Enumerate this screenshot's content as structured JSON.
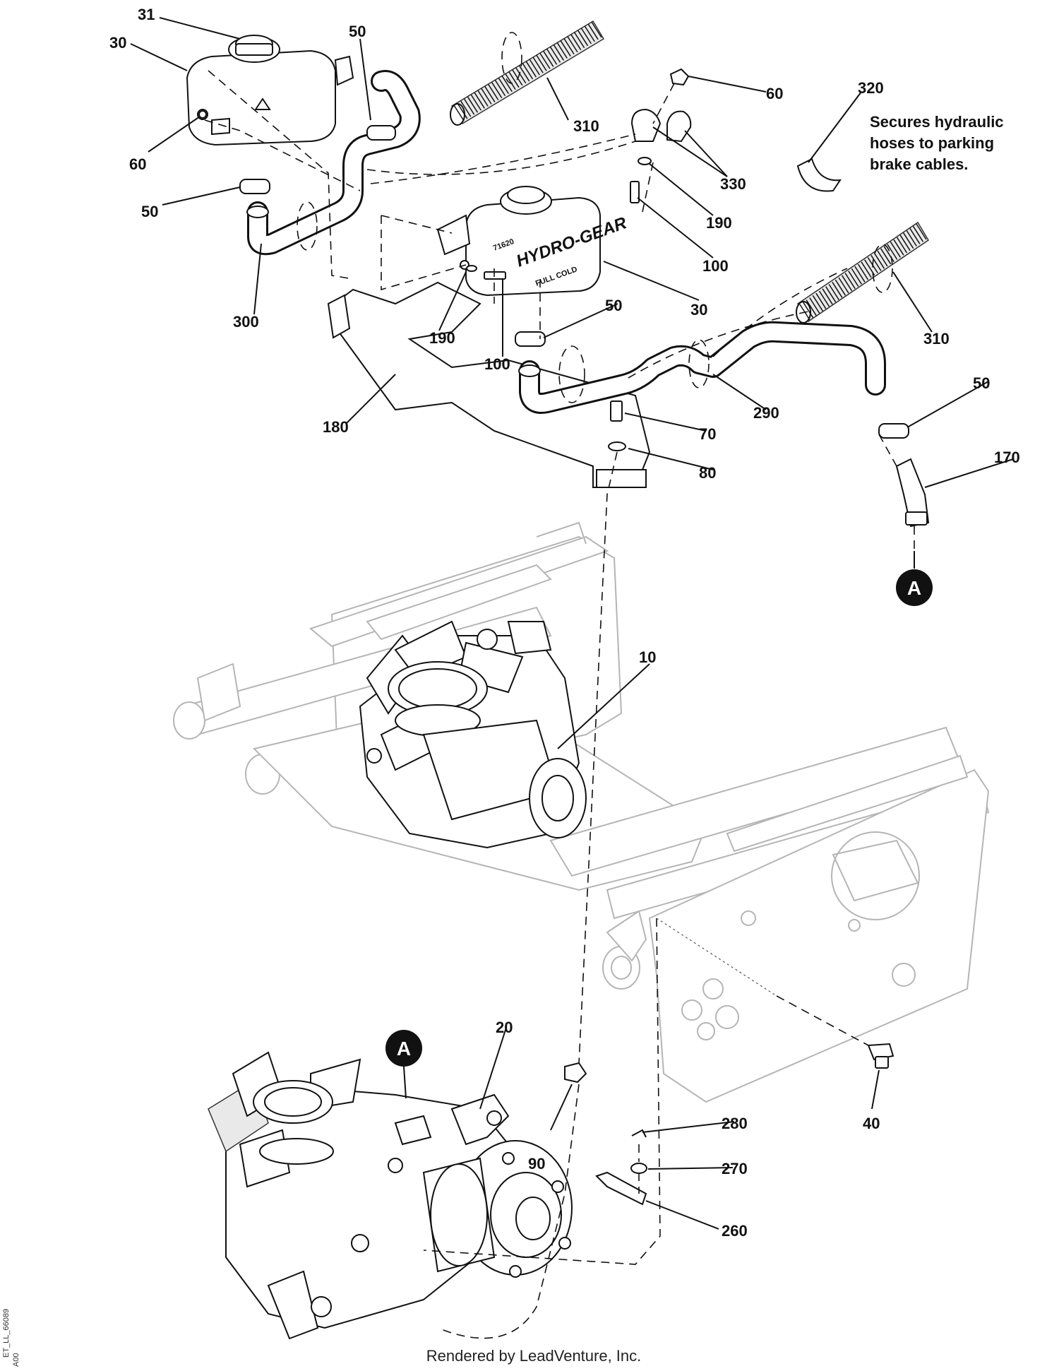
{
  "callouts": {
    "c31": "31",
    "c30a": "30",
    "c50a": "50",
    "c310a": "310",
    "c60a": "60",
    "c320": "320",
    "c60b": "60",
    "c50b": "50",
    "c330": "330",
    "c190a": "190",
    "c300": "300",
    "c100a": "100",
    "c30b": "30",
    "c190b": "190",
    "c50c": "50",
    "c100b": "100",
    "c310b": "310",
    "c50d": "50",
    "c180": "180",
    "c70": "70",
    "c290": "290",
    "c170": "170",
    "c80": "80",
    "c10": "10",
    "c20": "20",
    "c280": "280",
    "c40": "40",
    "c90": "90",
    "c270": "270",
    "c260": "260"
  },
  "note": {
    "line1": "Secures hydraulic",
    "line2": "hoses to parking",
    "line3": "brake cables."
  },
  "markers": {
    "top": "A",
    "bottom": "A"
  },
  "reservoir_logo": {
    "brand": "HYDRO-GEAR",
    "level": "FULL COLD",
    "model": "71620"
  },
  "drawing_code": "ET_LL_66089",
  "drawing_rev": "A00",
  "footer": "Rendered by LeadVenture, Inc."
}
